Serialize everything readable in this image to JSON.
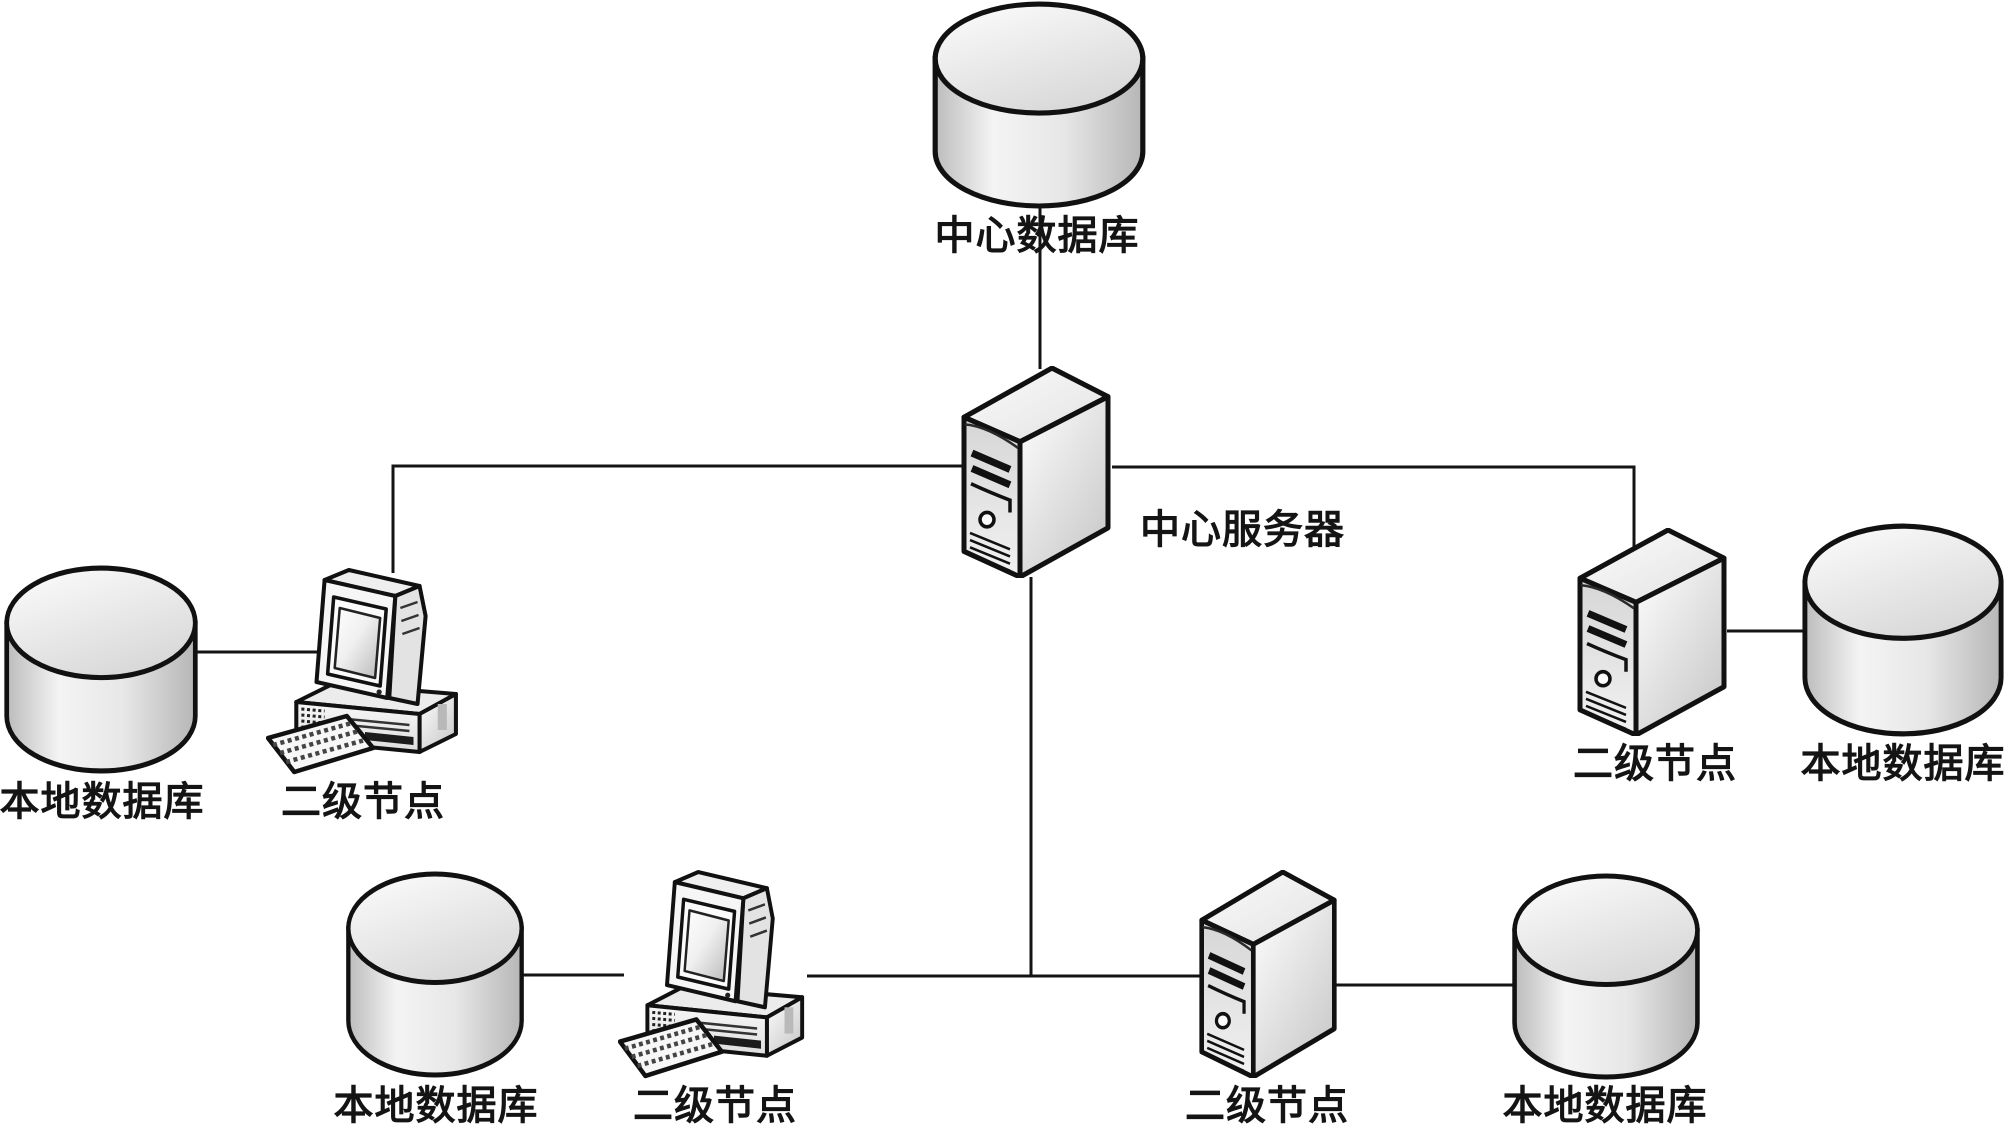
{
  "figure": {
    "background_color": "#ffffff",
    "line_color": "#141414",
    "label_color": "#141414"
  },
  "nodes": {
    "central_database": {
      "label": "中心数据库",
      "type": "database-cylinder"
    },
    "central_server": {
      "label": "中心服务器",
      "type": "server-tower"
    },
    "left_secondary_node": {
      "label": "二级节点",
      "type": "workstation"
    },
    "left_local_database": {
      "label": "本地数据库",
      "type": "database-cylinder"
    },
    "right_secondary_node": {
      "label": "二级节点",
      "type": "server-tower"
    },
    "right_local_database": {
      "label": "本地数据库",
      "type": "database-cylinder"
    },
    "bottom_local_database": {
      "label": "本地数据库",
      "type": "database-cylinder"
    },
    "bottom_secondary_node": {
      "label": "二级节点",
      "type": "workstation"
    },
    "bottom_right_secondary_node": {
      "label": "二级节点",
      "type": "server-tower"
    },
    "bottom_right_local_database": {
      "label": "本地数据库",
      "type": "database-cylinder"
    }
  },
  "edges": [
    {
      "from": "central_database",
      "to": "central_server"
    },
    {
      "from": "central_server",
      "to": "left_secondary_node"
    },
    {
      "from": "central_server",
      "to": "right_secondary_node"
    },
    {
      "from": "central_server",
      "to": "bottom_secondary_node"
    },
    {
      "from": "central_server",
      "to": "bottom_right_secondary_node"
    },
    {
      "from": "left_local_database",
      "to": "left_secondary_node"
    },
    {
      "from": "right_secondary_node",
      "to": "right_local_database"
    },
    {
      "from": "bottom_local_database",
      "to": "bottom_secondary_node"
    },
    {
      "from": "bottom_right_secondary_node",
      "to": "bottom_right_local_database"
    }
  ]
}
